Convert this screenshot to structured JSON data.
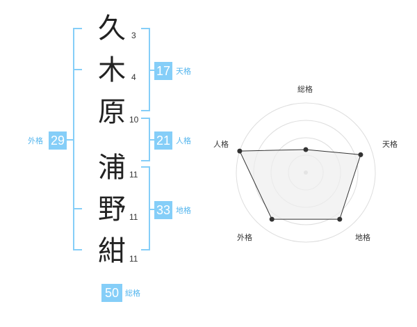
{
  "name": {
    "characters": [
      {
        "char": "久",
        "strokes": "3"
      },
      {
        "char": "木",
        "strokes": "4"
      },
      {
        "char": "原",
        "strokes": "10"
      },
      {
        "char": "浦",
        "strokes": "11"
      },
      {
        "char": "野",
        "strokes": "11"
      },
      {
        "char": "紺",
        "strokes": "11"
      }
    ]
  },
  "fortunes": {
    "tenkaku": {
      "value": "17",
      "label": "天格"
    },
    "jinkaku": {
      "value": "21",
      "label": "人格"
    },
    "chikaku": {
      "value": "33",
      "label": "地格"
    },
    "gaikaku": {
      "value": "29",
      "label": "外格"
    },
    "soukaku": {
      "value": "50",
      "label": "総格"
    }
  },
  "radar": {
    "axes": [
      "総格",
      "天格",
      "地格",
      "外格",
      "人格"
    ],
    "values": [
      0.33,
      0.83,
      0.83,
      0.83,
      1.0
    ],
    "max": 1.0,
    "rings": 4,
    "colors": {
      "line": "#333333",
      "fill": "#eeeeee",
      "grid": "#dddddd"
    }
  },
  "colors": {
    "accent": "#85cef8",
    "accent_text": "#55b6ee"
  }
}
